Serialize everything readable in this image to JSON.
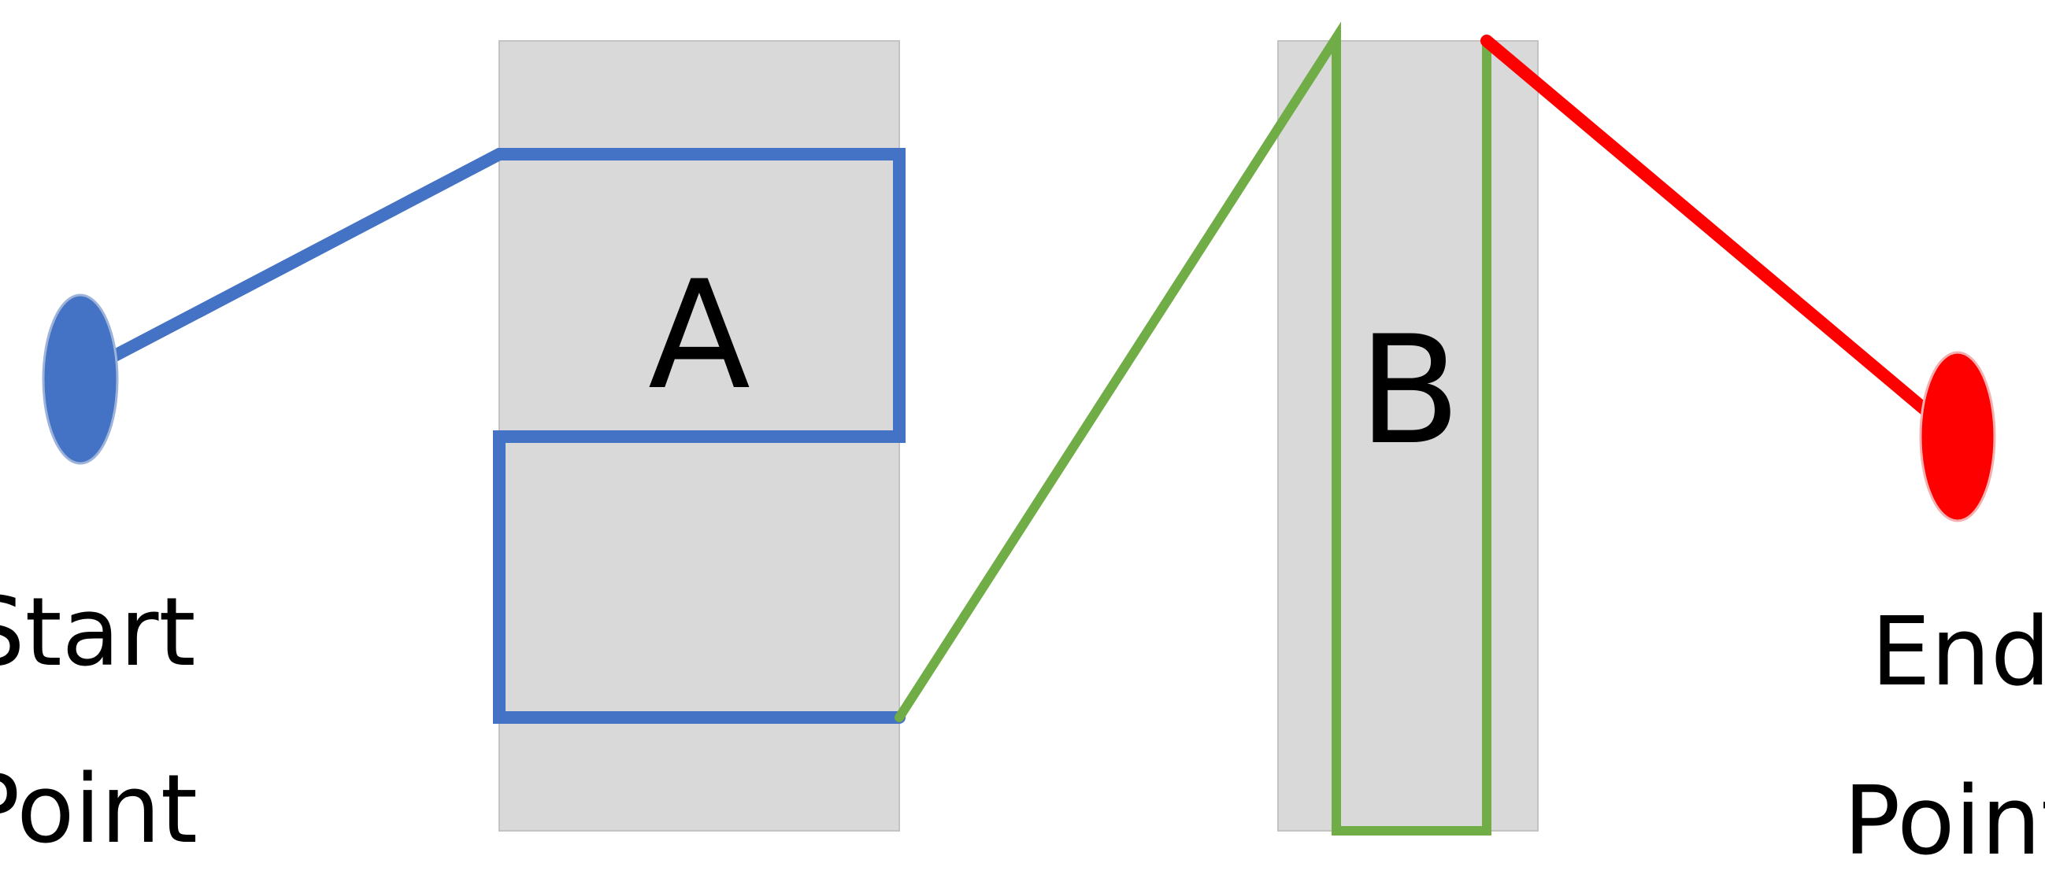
{
  "regions": {
    "a_label": "A",
    "b_label": "B"
  },
  "start_point": {
    "line1": "Start",
    "line2": "Point",
    "color": "#4472c4"
  },
  "end_point": {
    "line1": "End",
    "line2": "Point",
    "color": "#ff0000"
  },
  "path_colors": {
    "segment_1": "#4472c4",
    "segment_2": "#70ad47",
    "segment_3": "#ff0000"
  },
  "region_fill": "#d9d9d9"
}
